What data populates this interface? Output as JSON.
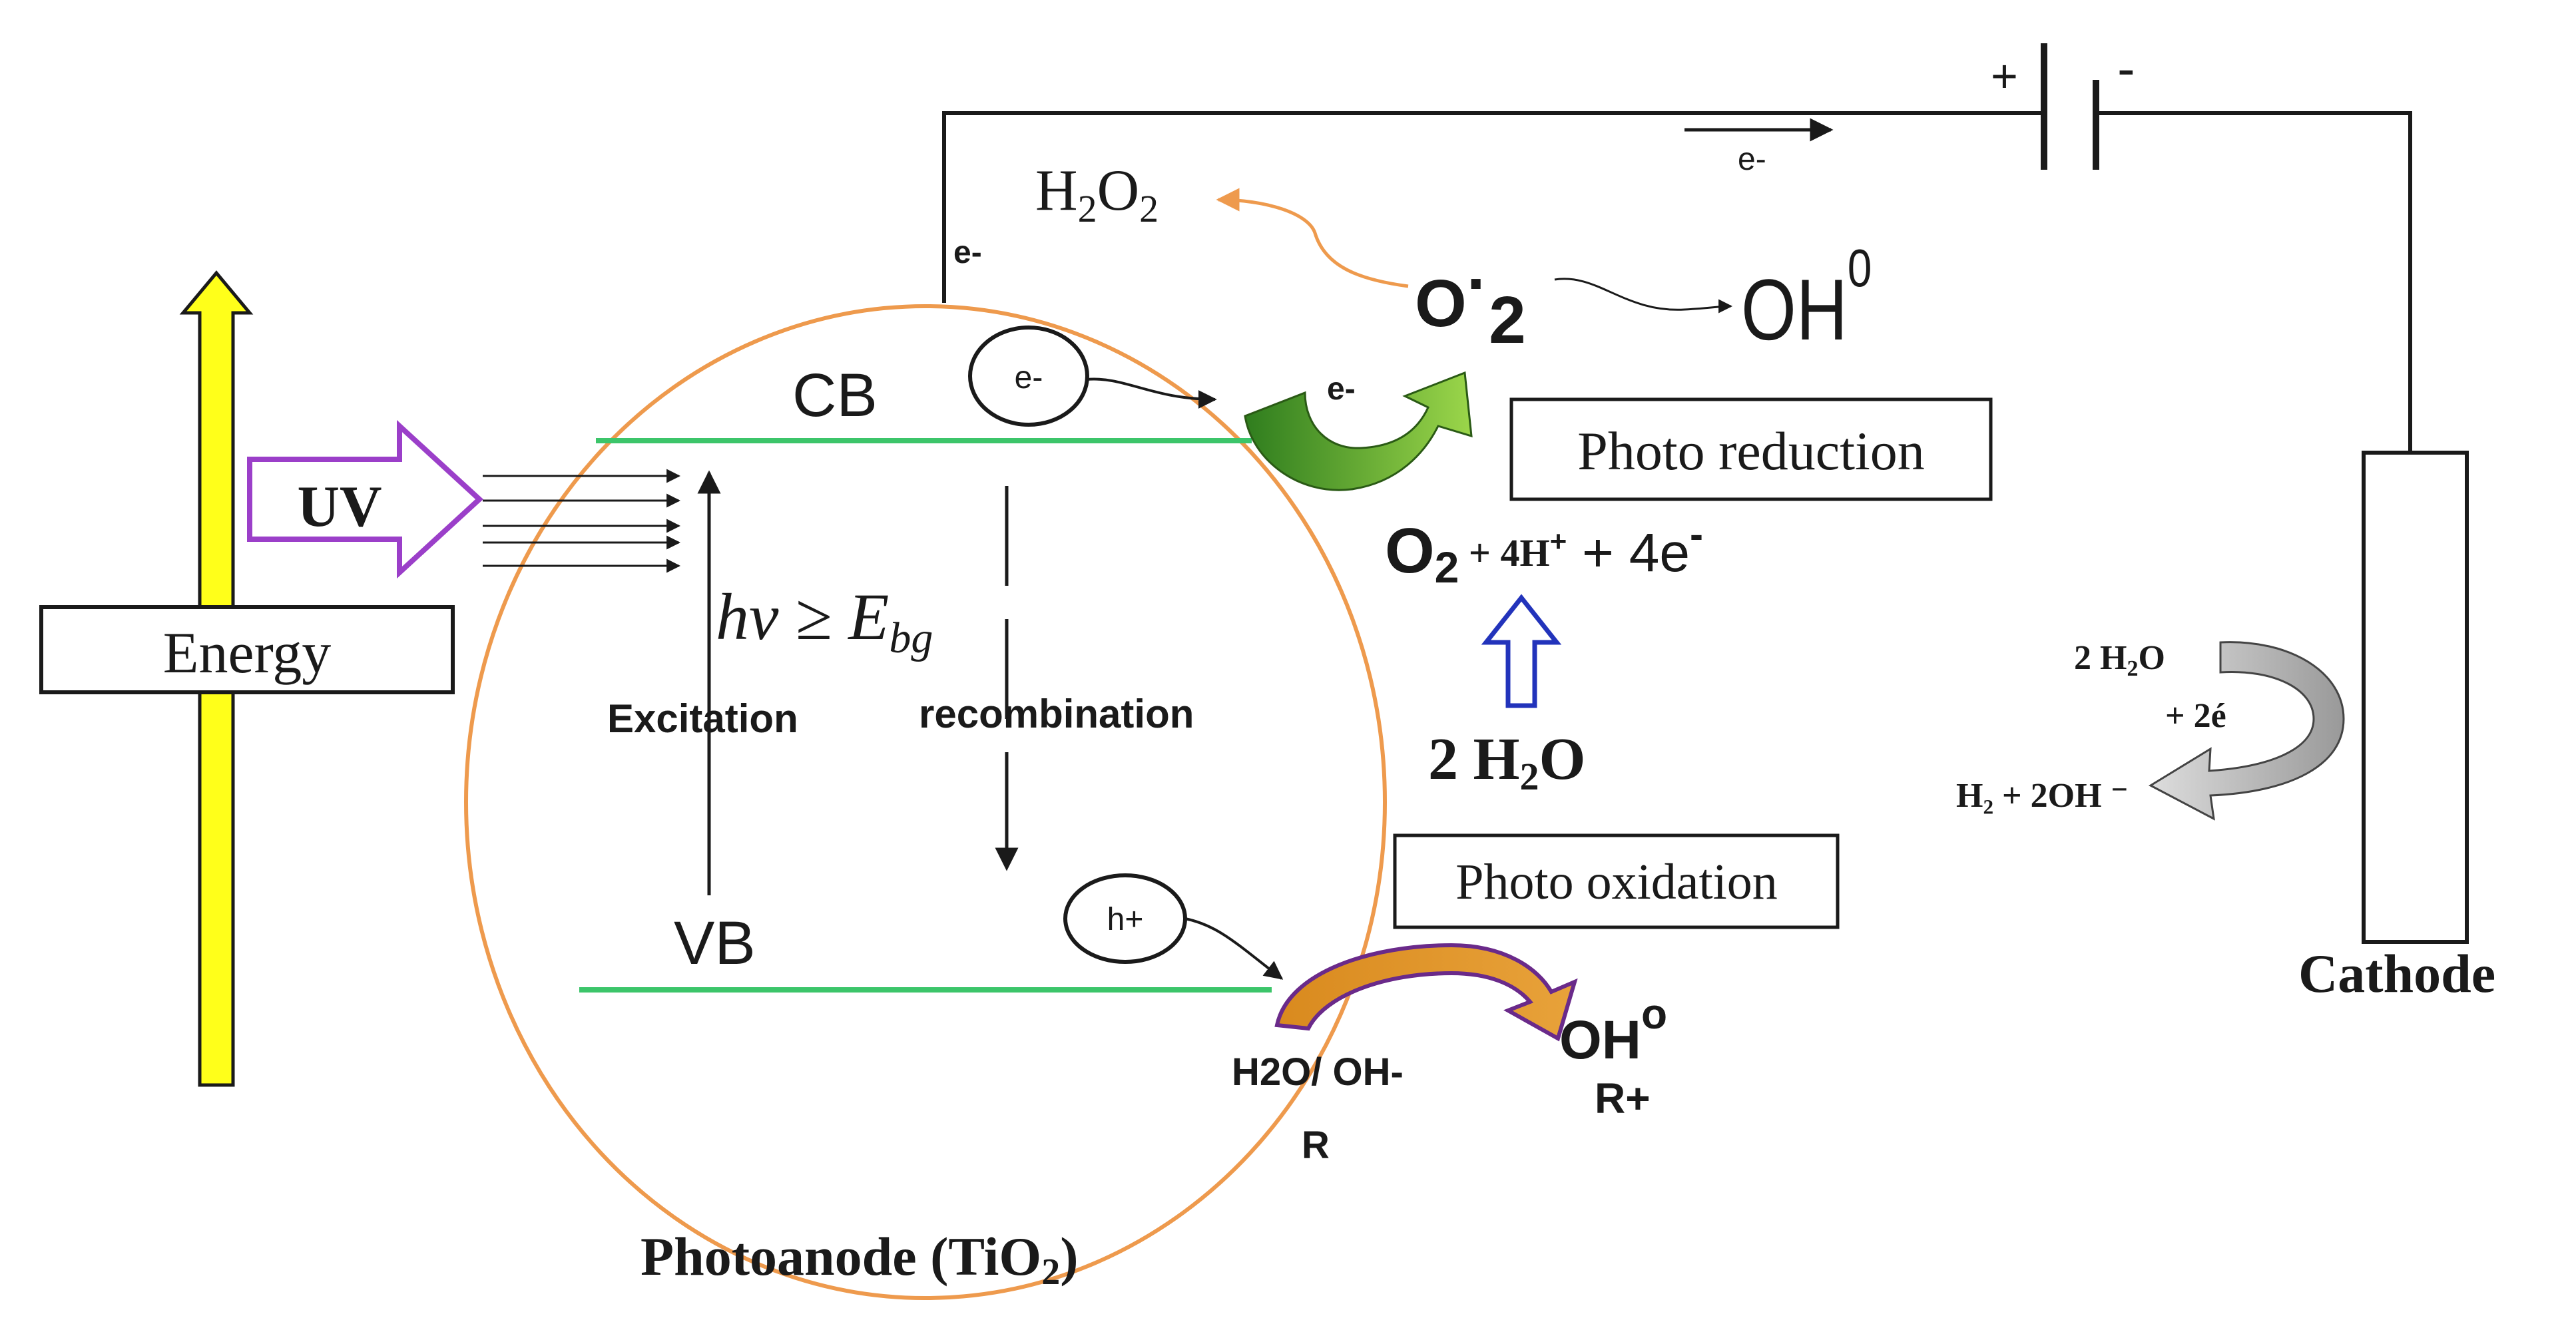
{
  "labels": {
    "uv": "UV",
    "energy": "Energy",
    "cb": "CB",
    "vb": "VB",
    "electron_cb": "e-",
    "hole_vb": "h+",
    "electron_transfer": "e-",
    "wire_electron_left": "e-",
    "wire_electron_top": "e-",
    "battery_plus": "+",
    "battery_minus": "-",
    "photon_h": "h",
    "photon_nu": "ν ≥ ",
    "photon_E": "E",
    "photon_bg": "bg",
    "excitation": "Excitation",
    "recombination": "recombination",
    "h2o2_h": "H",
    "h2o2_2a": "2",
    "h2o2_o": "O",
    "h2o2_2b": "2",
    "superoxide_o": "O",
    "superoxide_dot": "·",
    "superoxide_2": "2",
    "oh_radical_top_oh": "OH",
    "oh_radical_top_deg": "0",
    "photo_reduction": "Photo reduction",
    "o2_eq_o": "O",
    "o2_eq_2": "2",
    "o2_eq_plus_4h": " + 4H",
    "o2_eq_hplus": "+",
    "o2_eq_plus_4e": " + 4e",
    "o2_eq_eminus": "-",
    "water_2h": "2 H",
    "water_2": "2",
    "water_o": "O",
    "photo_oxidation": "Photo oxidation",
    "h2o_oh": "H2O/ OH-",
    "r": "R",
    "oh_radical_bottom_oh": "OH",
    "oh_radical_bottom_deg": "o",
    "r_plus": "R+",
    "cathode_h2o_a": "2 H",
    "cathode_h2o_2": "2",
    "cathode_h2o_o": "O",
    "cathode_2e": "+ 2é",
    "cathode_products": "H₂ + 2OH ⁻",
    "cathode": "Cathode",
    "photoanode": "Photoanode (TiO",
    "photoanode_2": "2",
    "photoanode_close": ")"
  },
  "colors": {
    "outline": "#1a1a1a",
    "circle": "#ee9a4d",
    "band": "#3cc56a",
    "energy_arrow": "#ffff1a",
    "uv_arrow": "#9b3fc9",
    "reduction_arrow_dark": "#2f7d1e",
    "reduction_arrow_light": "#9bd64a",
    "oxidation_arrow_purple": "#6a2a8a",
    "oxidation_arrow_orange": "#d98a1e",
    "h2o2_curve": "#ee9a4d",
    "water_arrow": "#2233bb",
    "cathode_arrow": "#bbbbbb"
  }
}
